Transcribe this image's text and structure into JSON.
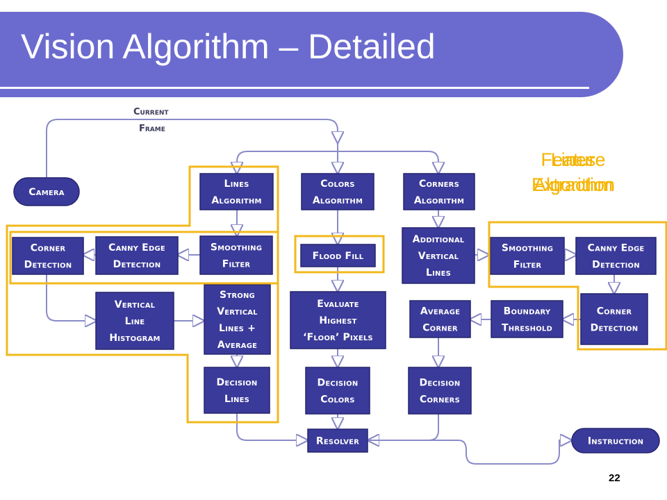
{
  "slide": {
    "title": "Vision Algorithm – Detailed",
    "page_number": "22"
  },
  "legend": {
    "line1a": "Lines",
    "line1b": "Feature",
    "line2a": "Algorithm",
    "line2b": "Extraction"
  },
  "diagram": {
    "frame_label": [
      "Current",
      "Frame"
    ],
    "nodes": {
      "camera": [
        "Camera"
      ],
      "lines_algorithm": [
        "Lines",
        "Algorithm"
      ],
      "colors_algorithm": [
        "Colors",
        "Algorithm"
      ],
      "corners_algorithm": [
        "Corners",
        "Algorithm"
      ],
      "corner_detection_left": [
        "Corner",
        "Detection"
      ],
      "canny_edge_left": [
        "Canny Edge",
        "Detection"
      ],
      "smoothing_filter_left": [
        "Smoothing",
        "Filter"
      ],
      "flood_fill": [
        "Flood Fill"
      ],
      "additional_vertical_lines": [
        "Additional",
        "Vertical",
        "Lines"
      ],
      "smoothing_filter_right": [
        "Smoothing",
        "Filter"
      ],
      "canny_edge_right": [
        "Canny Edge",
        "Detection"
      ],
      "vertical_line_histogram": [
        "Vertical",
        "Line",
        "Histogram"
      ],
      "strong_vertical_lines": [
        "Strong",
        "Vertical",
        "Lines +",
        "Average"
      ],
      "evaluate_floor_pixels": [
        "Evaluate",
        "Highest",
        "‘Floor’ Pixels"
      ],
      "average_corner": [
        "Average",
        "Corner"
      ],
      "boundary_threshold": [
        "Boundary",
        "Threshold"
      ],
      "corner_detection_right": [
        "Corner",
        "Detection"
      ],
      "decision_lines": [
        "Decision",
        "Lines"
      ],
      "decision_colors": [
        "Decision",
        "Colors"
      ],
      "decision_corners": [
        "Decision",
        "Corners"
      ],
      "resolver": [
        "Resolver"
      ],
      "instruction": [
        "Instruction"
      ]
    },
    "colors": {
      "node_fill": "#3a3a9a",
      "edge": "#8a8ac8",
      "highlight": "#f2b81c",
      "banner": "#6b6bcf"
    }
  }
}
